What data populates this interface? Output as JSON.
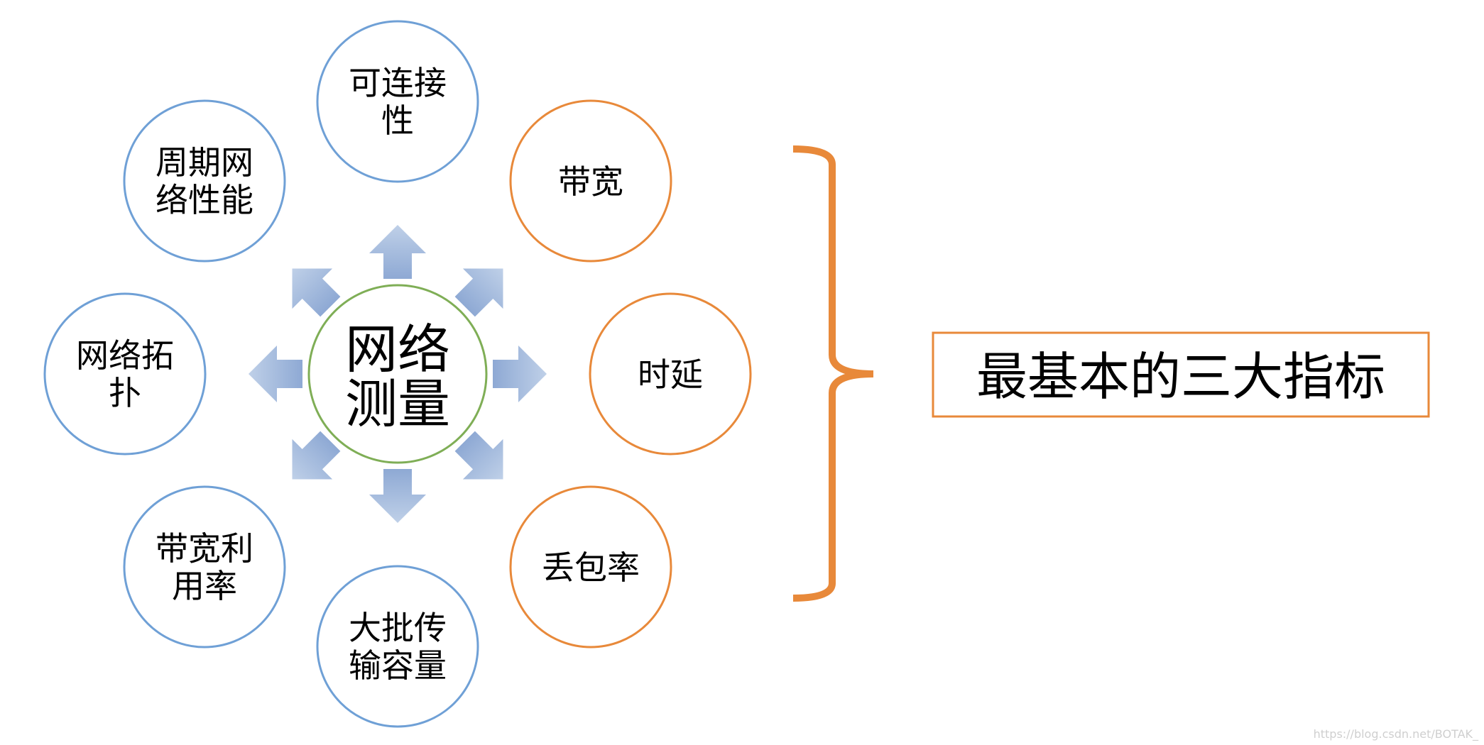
{
  "center": {
    "lines": [
      "网络",
      "测量"
    ],
    "color": "#7FAE56"
  },
  "nodes": [
    {
      "id": "connectivity",
      "lines": [
        "可连接",
        "性"
      ],
      "color": "#6FA0D6",
      "highlighted": false
    },
    {
      "id": "bandwidth",
      "lines": [
        "带宽"
      ],
      "color": "#E8893A",
      "highlighted": true
    },
    {
      "id": "delay",
      "lines": [
        "时延"
      ],
      "color": "#E8893A",
      "highlighted": true
    },
    {
      "id": "packet-loss",
      "lines": [
        "丢包率"
      ],
      "color": "#E8893A",
      "highlighted": true
    },
    {
      "id": "bulk-transfer",
      "lines": [
        "大批传",
        "输容量"
      ],
      "color": "#6FA0D6",
      "highlighted": false
    },
    {
      "id": "bandwidth-utilization",
      "lines": [
        "带宽利",
        "用率"
      ],
      "color": "#6FA0D6",
      "highlighted": false
    },
    {
      "id": "topology",
      "lines": [
        "网络拓",
        "扑"
      ],
      "color": "#6FA0D6",
      "highlighted": false
    },
    {
      "id": "periodic-performance",
      "lines": [
        "周期网",
        "络性能"
      ],
      "color": "#6FA0D6",
      "highlighted": false
    }
  ],
  "brace_color": "#E8893A",
  "summary_box": {
    "label": "最基本的三大指标",
    "border_color": "#E8893A"
  },
  "arrow_colors": [
    "#BFD0E8",
    "#8EA9D4"
  ],
  "watermark": "https://blog.csdn.net/BOTAK_"
}
